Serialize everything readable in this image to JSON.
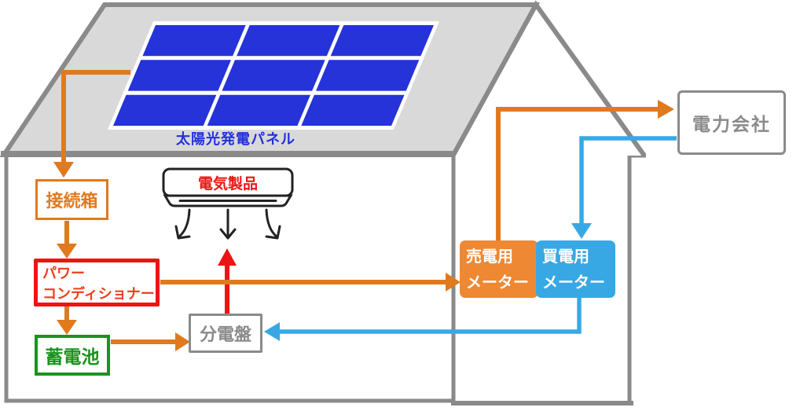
{
  "diagram_title": "",
  "colors": {
    "flow_orange": "#e07a1f",
    "flow_red": "#ee1414",
    "flow_blue": "#38a8e4",
    "flow_black": "#222222",
    "meter_sell_bg": "#ee8833",
    "meter_buy_bg": "#38a8e4",
    "panel_blue": "#2533d8",
    "panel_label_blue": "#2230dd",
    "battery_green": "#18941c",
    "powercond_red": "#ee1414",
    "powercond_text": "#ee3d1c",
    "junction_orange": "#e07a1f",
    "appliance_red": "#ee1414",
    "house_gray": "#8a8a8a",
    "gray_text": "#8a8a8a",
    "roof_fill": "#d9d9d9"
  },
  "solar_panel": {
    "label": "太陽光発電パネル",
    "rows": 3,
    "cols": 3
  },
  "nodes": {
    "junction_box": {
      "label": "接続箱"
    },
    "electric_appliance": {
      "label": "電気製品"
    },
    "power_conditioner": {
      "lines": [
        "パワー",
        "コンディショナー"
      ]
    },
    "storage_battery": {
      "label": "蓄電池"
    },
    "distribution_board": {
      "label": "分電盤"
    },
    "sell_meter": {
      "lines": [
        "売電用",
        "メーター"
      ]
    },
    "buy_meter": {
      "lines": [
        "買電用",
        "メーター"
      ]
    },
    "power_company": {
      "label": "電力会社"
    }
  },
  "flows": [
    {
      "from": "solar-panel",
      "to": "junction-box",
      "color": "orange"
    },
    {
      "from": "junction-box",
      "to": "power-conditioner",
      "color": "orange"
    },
    {
      "from": "power-conditioner",
      "to": "storage-battery",
      "color": "orange"
    },
    {
      "from": "storage-battery",
      "to": "distribution-board",
      "color": "orange"
    },
    {
      "from": "power-conditioner",
      "to": "sell-meter",
      "color": "orange"
    },
    {
      "from": "sell-meter",
      "to": "power-company",
      "color": "orange"
    },
    {
      "from": "power-company",
      "to": "buy-meter",
      "color": "blue"
    },
    {
      "from": "buy-meter",
      "to": "distribution-board",
      "color": "blue"
    },
    {
      "from": "distribution-board",
      "to": "electric-appliance",
      "color": "red"
    },
    {
      "from": "electric-appliance",
      "to": "room-air",
      "color": "black"
    }
  ]
}
